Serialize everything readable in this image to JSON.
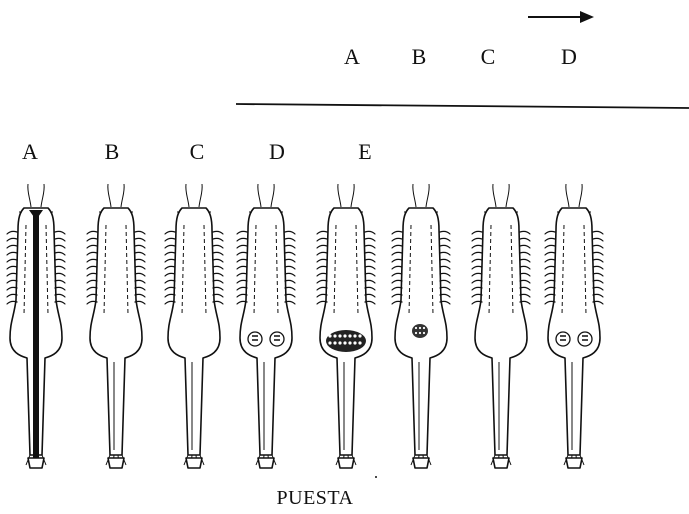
{
  "top_labels": [
    "A",
    "B",
    "C",
    "D"
  ],
  "stage_labels": [
    "A",
    "B",
    "C",
    "D",
    "E"
  ],
  "caption": "PUESTA",
  "specimens": [
    {
      "id": "A",
      "gonad": "dark-line"
    },
    {
      "id": "B",
      "gonad": "none"
    },
    {
      "id": "C",
      "gonad": "none"
    },
    {
      "id": "D",
      "gonad": "paired"
    },
    {
      "id": "E",
      "gonad": "full-mass"
    },
    {
      "id": "post-A",
      "gonad": "small-mass"
    },
    {
      "id": "post-B",
      "gonad": "none"
    },
    {
      "id": "post-C",
      "gonad": "paired"
    }
  ]
}
